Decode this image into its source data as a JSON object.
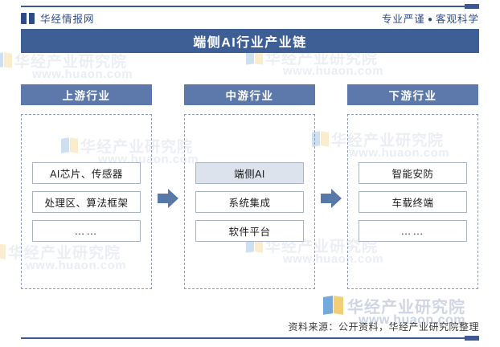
{
  "header": {
    "brand_name": "华经情报网",
    "brand_logo_icon": "open-book-icon",
    "tagline_left": "专业严谨",
    "tagline_dot": "●",
    "tagline_right": "客观科学",
    "title": "端侧AI行业产业链",
    "accent_color": "#3e5e96",
    "rule_color": "#3d5894"
  },
  "columns": [
    {
      "header": "上游行业",
      "items": [
        {
          "label": "AI芯片、传感器",
          "highlight": false
        },
        {
          "label": "处理区、算法框架",
          "highlight": false
        },
        {
          "label": "……",
          "highlight": false
        }
      ]
    },
    {
      "header": "中游行业",
      "items": [
        {
          "label": "端侧AI",
          "highlight": true
        },
        {
          "label": "系统集成",
          "highlight": false
        },
        {
          "label": "软件平台",
          "highlight": false
        }
      ]
    },
    {
      "header": "下游行业",
      "items": [
        {
          "label": "智能安防",
          "highlight": false
        },
        {
          "label": "车载终端",
          "highlight": false
        },
        {
          "label": "……",
          "highlight": false
        }
      ]
    }
  ],
  "arrows": [
    {
      "name": "arrow-upstream-to-midstream",
      "color": "#5878a8"
    },
    {
      "name": "arrow-midstream-to-downstream",
      "color": "#5878a8"
    }
  ],
  "footer": {
    "source_note": "资料来源：公开资料，华经产业研究院整理"
  },
  "watermark": {
    "name": "华经产业研究院",
    "url": "www.huaon.com",
    "logo_icon": "book-pages-icon",
    "color": "#a8b4cc"
  },
  "theme": {
    "header_button_color": "#5d79ab",
    "title_bar_color": "#3e5e96",
    "dashed_border_color": "#8e9bb5",
    "item_border_color": "#a9b3c6",
    "highlight_fill": "#dde3ec"
  }
}
